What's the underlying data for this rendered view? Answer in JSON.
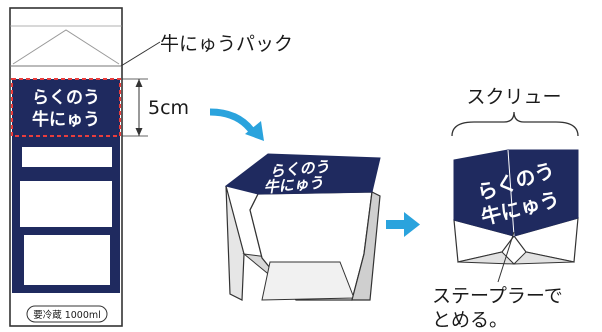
{
  "carton": {
    "logo_line1": "らくのう",
    "logo_line2": "牛にゅう",
    "bottom_label": "要冷蔵 1000ml",
    "name_label": "牛にゅうパック"
  },
  "measure": {
    "label": "5cm"
  },
  "cut_piece": {
    "logo_line1": "らくのう",
    "logo_line2": "牛にゅう"
  },
  "screw": {
    "title": "スクリュー",
    "logo_line1": "らくのう",
    "logo_line2": "牛にゅう",
    "stapler_line1": "ステープラーで",
    "stapler_line2": "とめる。"
  },
  "colors": {
    "navy": "#1f2a5f",
    "dashed_red": "#e83d3d",
    "arrow_blue": "#2aa3dd",
    "outline": "#333333"
  }
}
